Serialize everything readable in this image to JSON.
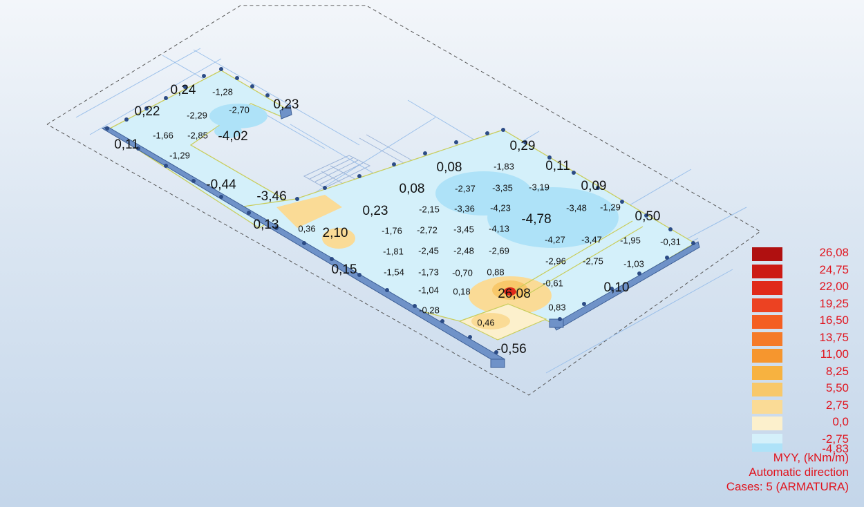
{
  "result": {
    "quantity": "MYY, (kNm/m)",
    "direction": "Automatic direction",
    "cases": "Cases: 5 (ARMATURA)"
  },
  "legend": {
    "entries": [
      {
        "label": "26,08",
        "color": "#b01010"
      },
      {
        "label": "24,75",
        "color": "#cc1a14"
      },
      {
        "label": "22,00",
        "color": "#e02a1a"
      },
      {
        "label": "19,25",
        "color": "#ec4222"
      },
      {
        "label": "16,50",
        "color": "#f45e22"
      },
      {
        "label": "13,75",
        "color": "#f57a28"
      },
      {
        "label": "11,00",
        "color": "#f6962e"
      },
      {
        "label": "8,25",
        "color": "#f7b240"
      },
      {
        "label": "5,50",
        "color": "#f8c86a"
      },
      {
        "label": "2,75",
        "color": "#fadb96"
      },
      {
        "label": "0,0",
        "color": "#fcf0cc"
      },
      {
        "label": "-2,75",
        "color": "#d4f0fa"
      },
      {
        "label": "-4,83",
        "color": "#aee2f8"
      }
    ]
  },
  "values": {
    "large": [
      "0,24",
      "0,22",
      "0,23",
      "-4,02",
      "0,11",
      "-0,44",
      "-3,46",
      "0,13",
      "2,10",
      "0,15",
      "0,08",
      "0,08",
      "0,23",
      "0,29",
      "0,11",
      "0,09",
      "-4,78",
      "0,50",
      "0,10",
      "26,08",
      "-0,56"
    ],
    "small": [
      "-1,28",
      "-2,29",
      "-2,70",
      "-1,66",
      "-2,85",
      "-1,29",
      "0,36",
      "-1,83",
      "-2,37",
      "-3,35",
      "-3,19",
      "-2,15",
      "-3,36",
      "-4,23",
      "-3,48",
      "-1,29",
      "-1,76",
      "-2,72",
      "-3,45",
      "-4,13",
      "-4,27",
      "-3,47",
      "-1,95",
      "-0,31",
      "-1,81",
      "-2,45",
      "-2,48",
      "-2,69",
      "-2,96",
      "-2,75",
      "-1,03",
      "-1,54",
      "-1,73",
      "-0,70",
      "0,88",
      "-0,61",
      "-1,04",
      "0,18",
      "0,83",
      "-0,28",
      "0,46"
    ]
  }
}
